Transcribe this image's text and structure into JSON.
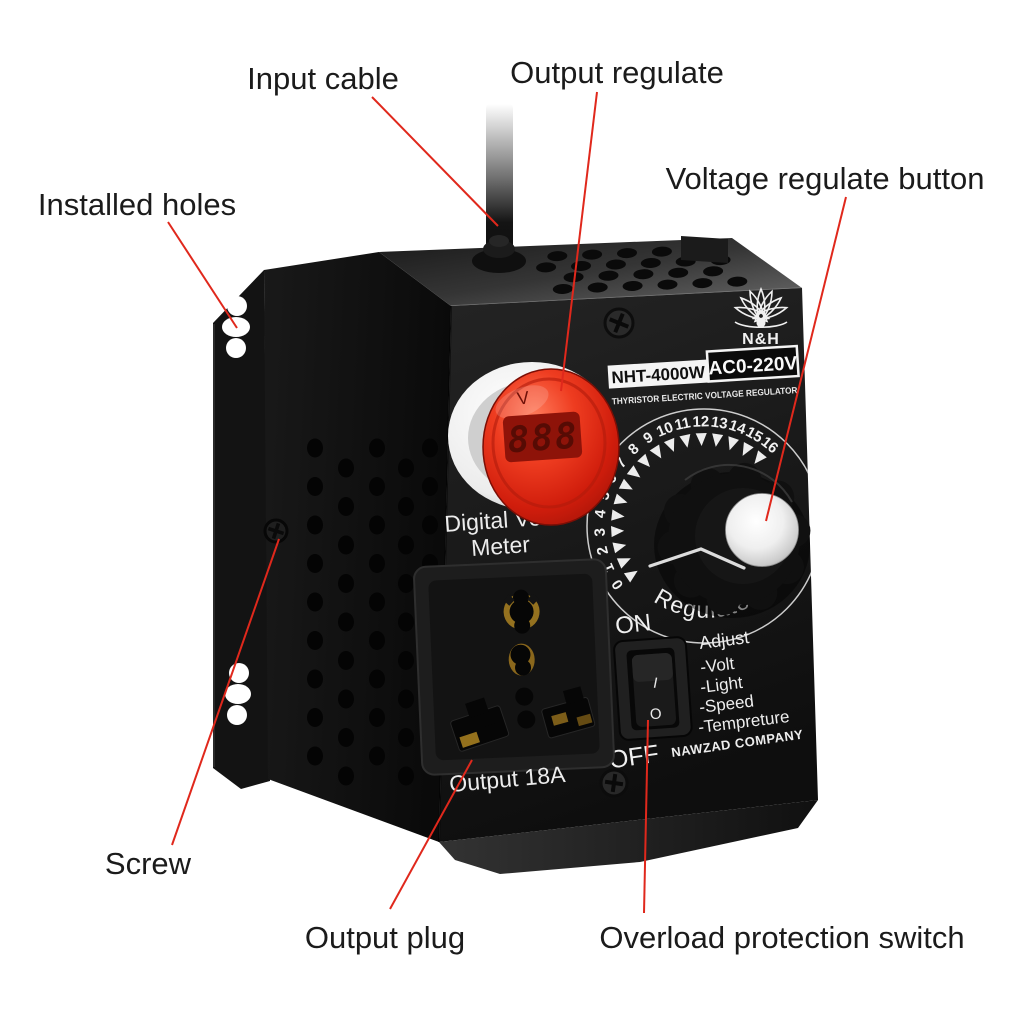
{
  "callouts": {
    "input_cable": "Input cable",
    "output_regulate": "Output regulate",
    "voltage_regulate_button": "Voltage regulate button",
    "installed_holes": "Installed holes",
    "screw": "Screw",
    "output_plug": "Output plug",
    "overload_protection_switch": "Overload protection switch"
  },
  "device": {
    "brand": "N&H",
    "model": "NHT-4000W",
    "rating": "AC0-220V",
    "subtitle": "THYRISTOR ELECTRIC VOLTAGE REGULATOR",
    "meter": {
      "label_line1": "Digital Volt",
      "label_line2": "Meter",
      "digits": "888",
      "unit": "V"
    },
    "dial": {
      "numbers": [
        "0",
        "1",
        "2",
        "3",
        "4",
        "5",
        "6",
        "7",
        "8",
        "9",
        "10",
        "11",
        "12",
        "13",
        "14",
        "15",
        "16"
      ],
      "label": "Regulate"
    },
    "switch": {
      "on": "ON",
      "off": "OFF",
      "pos_on": "I",
      "pos_off": "O"
    },
    "adjust": {
      "title": "Adjust",
      "items": [
        "-Volt",
        "-Light",
        "-Speed",
        "-Tempreture"
      ],
      "company": "NAWZAD COMPANY"
    },
    "output_label": "Output 18A"
  },
  "colors": {
    "annotation": "#e0281c",
    "lens_red": "#d8220f",
    "body_black": "#151515",
    "panel_text": "#efefef",
    "knob_cap": "#e6e6e6"
  }
}
